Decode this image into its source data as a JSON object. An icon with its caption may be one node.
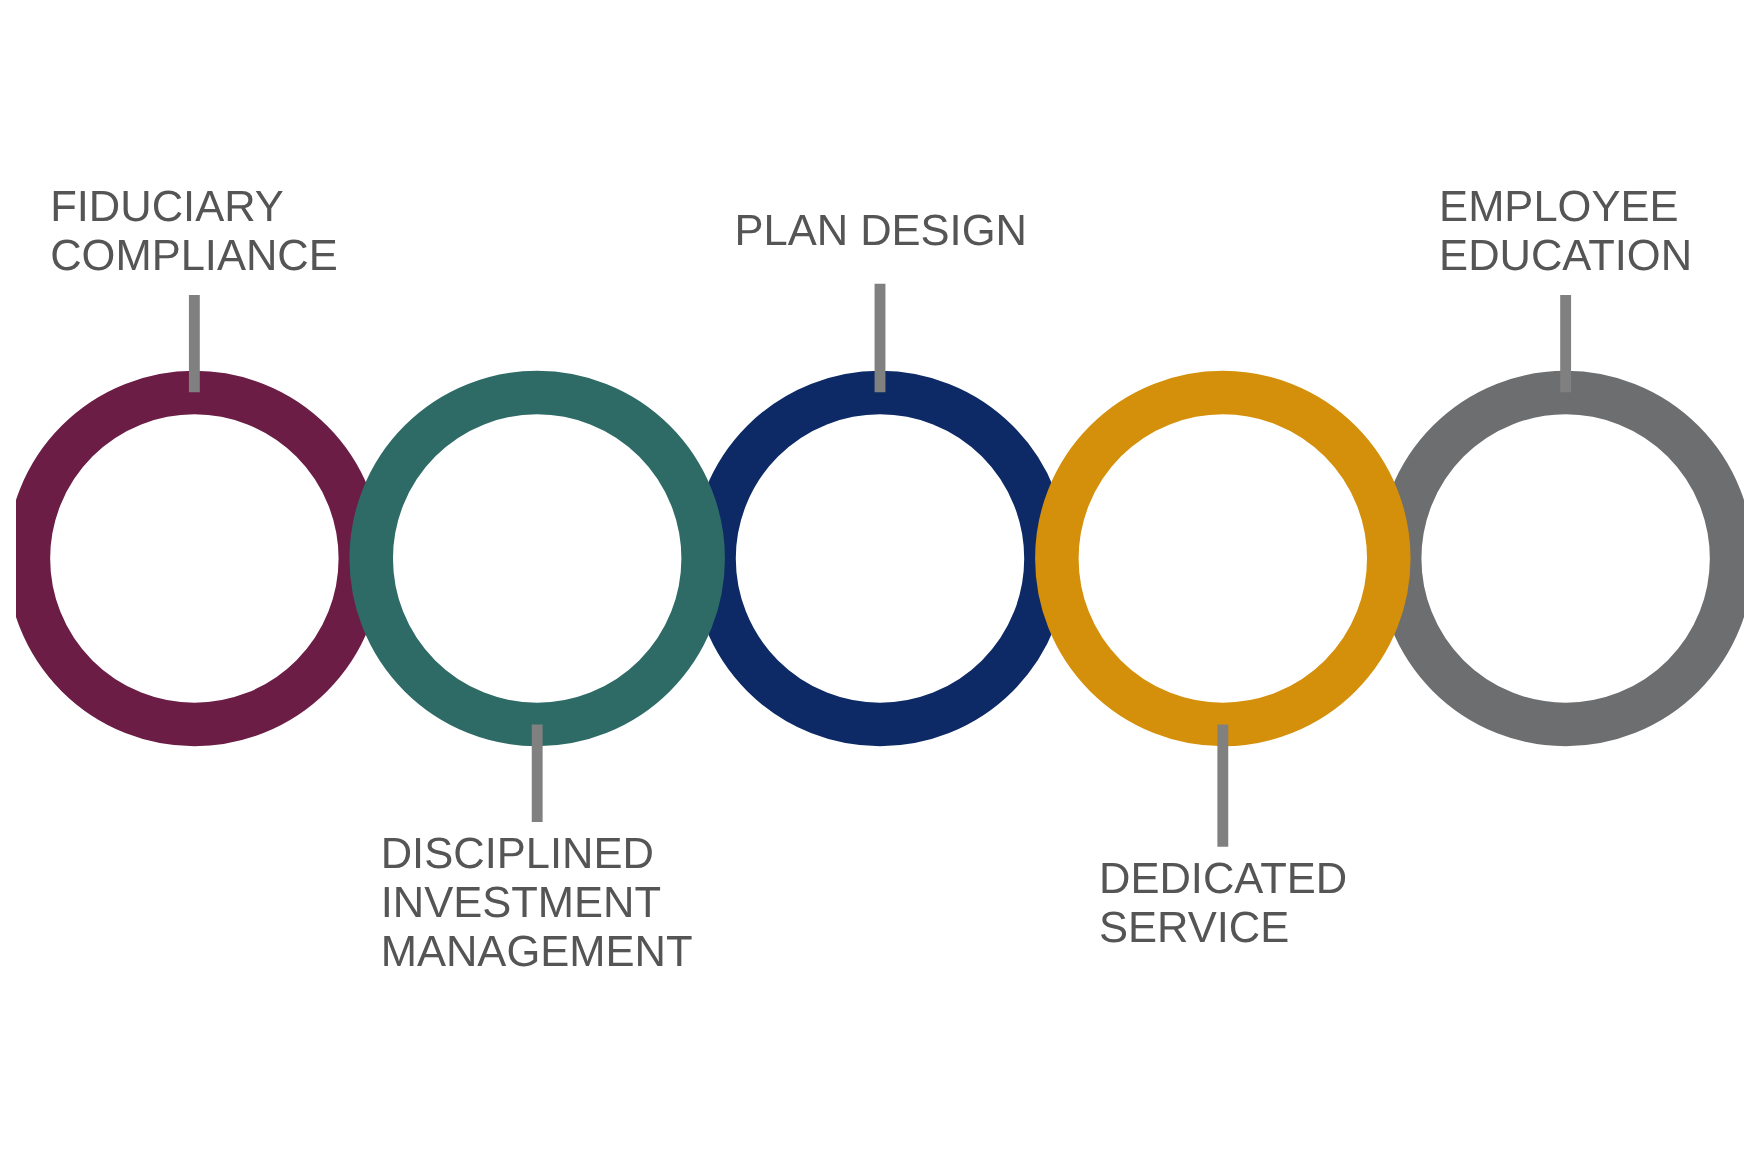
{
  "diagram": {
    "nodes": [
      {
        "text": [
          "FIDUCIARY COMPLIANCE"
        ]
      },
      {
        "text": [
          "PLAN DESIGN"
        ]
      },
      {
        "text": [
          "EMPLOYEE EDUCATION"
        ]
      },
      {
        "text": [],
        "shape": "gear"
      },
      {
        "text": [],
        "shape": "gear"
      },
      {
        "text": [],
        "shape": "gear"
      },
      {
        "text": [],
        "shape": "gear"
      },
      {
        "text": [],
        "shape": "gear"
      },
      {
        "text": [
          "DISCIPLINED INVESTMENT MANAGEMENT"
        ]
      },
      {
        "text": [
          "DEDICATED SERVICE"
        ]
      }
    ],
    "edges": [
      {
        "from": 0,
        "to": 3,
        "arrow": "none"
      },
      {
        "from": 8,
        "to": 4,
        "arrow": "none"
      },
      {
        "from": 1,
        "to": 5,
        "arrow": "none"
      },
      {
        "from": 9,
        "to": 6,
        "arrow": "none"
      },
      {
        "from": 2,
        "to": 7,
        "arrow": "none"
      }
    ]
  }
}
